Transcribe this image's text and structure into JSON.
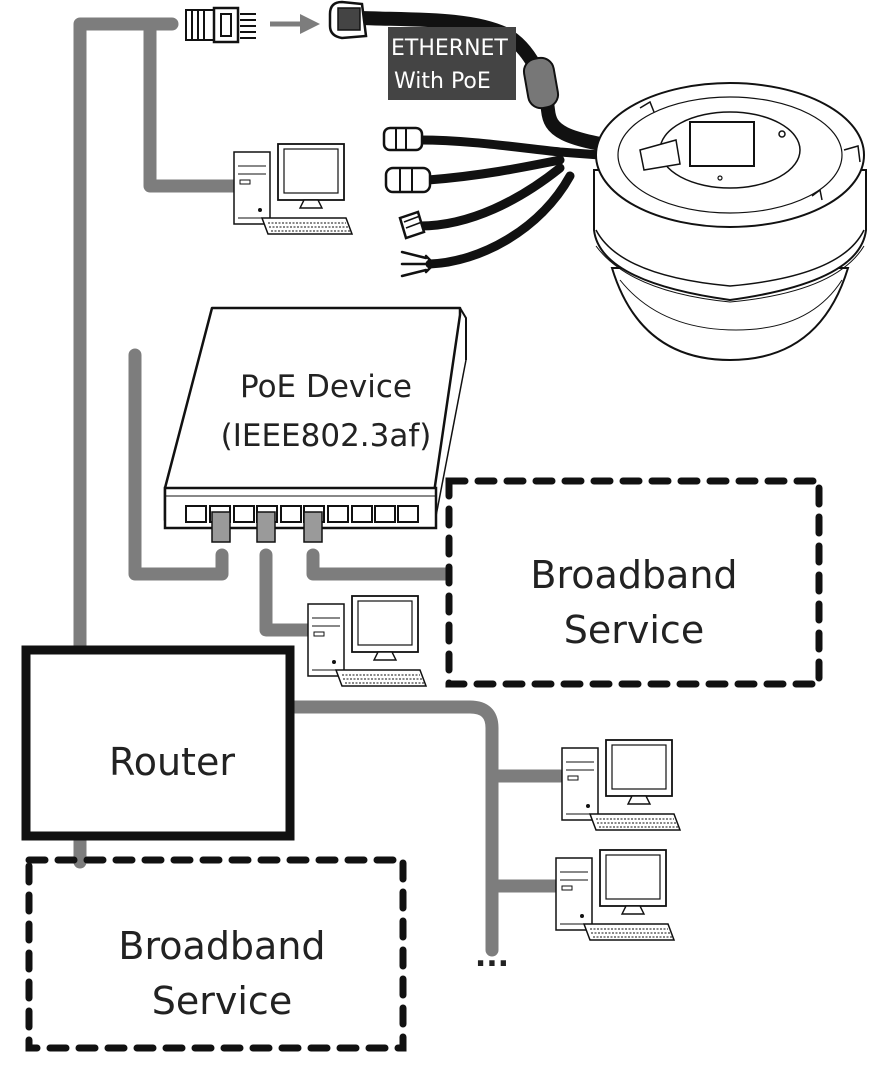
{
  "labels": {
    "ethernet_line1": "ETHERNET",
    "ethernet_line2": "With PoE",
    "poe_device_line1": "PoE Device",
    "poe_device_line2": "(IEEE802.3af)",
    "router": "Router",
    "broadband_top_line1": "Broadband",
    "broadband_top_line2": "Service",
    "broadband_bottom_line1": "Broadband",
    "broadband_bottom_line2": "Service",
    "ellipsis": "..."
  },
  "colors": {
    "cable": "#7d7d7d",
    "outline": "#111111",
    "ethernet_label_bg": "#444444",
    "ethernet_label_text": "#ffffff"
  },
  "icons": [
    "rj45-plug-icon",
    "arrow-right-icon",
    "ethernet-connector-icon",
    "ip-dome-camera-icon",
    "desktop-computer-icon",
    "bnc-connector-icon",
    "wire-terminal-icon",
    "poe-switch-icon"
  ]
}
